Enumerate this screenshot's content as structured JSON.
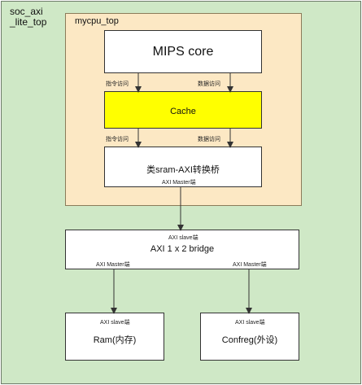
{
  "soc": {
    "label": "soc_axi\n_lite_top"
  },
  "mycpu": {
    "label": "mycpu_top"
  },
  "mips_core": {
    "title": "MIPS core"
  },
  "cache": {
    "title": "Cache"
  },
  "bridge_sram": {
    "title": "类sram-AXI转换桥",
    "master_label": "AXI Master端"
  },
  "axi_bridge": {
    "title": "AXI 1 x 2 bridge",
    "slave_label": "AXI slave端",
    "master_left": "AXI Master端",
    "master_right": "AXI Master端"
  },
  "ram": {
    "title": "Ram(内存)",
    "slave_label": "AXI slave端"
  },
  "confreg": {
    "title": "Confreg(外设)",
    "slave_label": "AXI slave端"
  },
  "labels": {
    "inst_access_1": "指令访问",
    "data_access_1": "数据访问",
    "inst_access_2": "指令访问",
    "data_access_2": "数据访问"
  },
  "colors": {
    "outer": "#cfe8c6",
    "mycpu": "#fce8c4",
    "cache": "#ffff00"
  }
}
